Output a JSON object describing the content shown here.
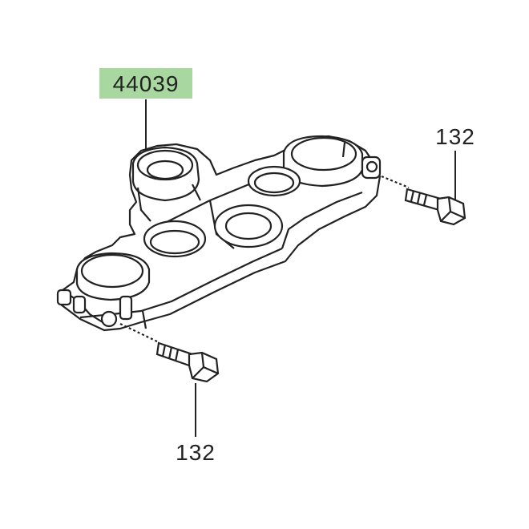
{
  "labels": {
    "main_part": "44039",
    "bolt_upper": "132",
    "bolt_lower": "132"
  },
  "colors": {
    "highlight": "#a8d8a0",
    "line": "#222222",
    "background": "#ffffff"
  }
}
